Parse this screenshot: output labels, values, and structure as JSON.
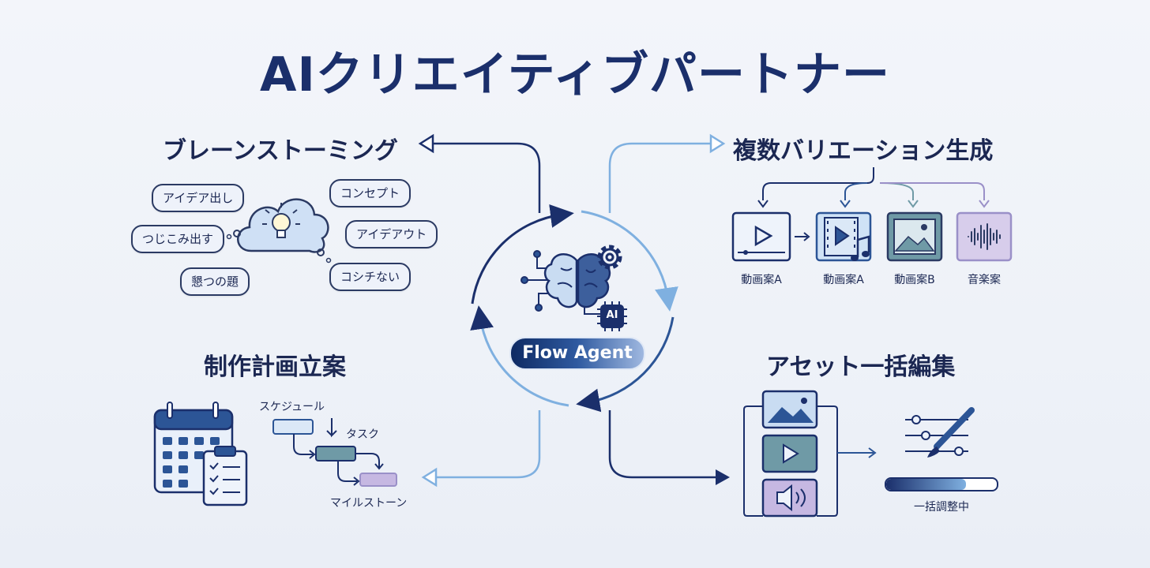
{
  "title": "AIクリエイティブパートナー",
  "center": {
    "agent_label": "Flow Agent",
    "chip_label": "AI"
  },
  "brainstorm": {
    "title": "ブレーンストーミング",
    "bubbles": [
      "アイデア出し",
      "コンセプト",
      "つじこみ出す",
      "アイデアウト",
      "懇つの題",
      "コシチない"
    ]
  },
  "variations": {
    "title": "複数バリエーション生成",
    "items": [
      "動画案A",
      "動画案A",
      "動画案B",
      "音楽案"
    ]
  },
  "planning": {
    "title": "制作計画立案",
    "labels": [
      "スケジュール",
      "タスク",
      "マイルストーン"
    ]
  },
  "assets": {
    "title": "アセット一括編集",
    "progress_label": "一括調整中",
    "progress": 0.72
  },
  "colors": {
    "navy": "#1b2f6b",
    "mid_blue": "#2c5596",
    "light_blue": "#7fb0e0",
    "purple": "#c6b8e2",
    "teal": "#6f9aa6"
  }
}
